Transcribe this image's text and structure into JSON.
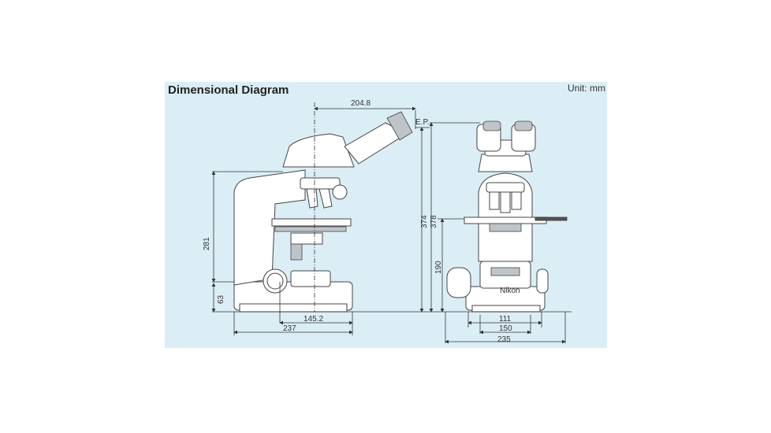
{
  "title": "Dimensional Diagram",
  "unit": "Unit: mm",
  "dimensions": {
    "d204_8": "204.8",
    "ep": "E.P.",
    "d374": "374",
    "d378": "378",
    "d281": "281",
    "d63": "63",
    "d145_2": "145.2",
    "d237": "237",
    "d190": "190",
    "d111": "111",
    "d150": "150",
    "d235": "235"
  },
  "brand_mark": "Nikon"
}
